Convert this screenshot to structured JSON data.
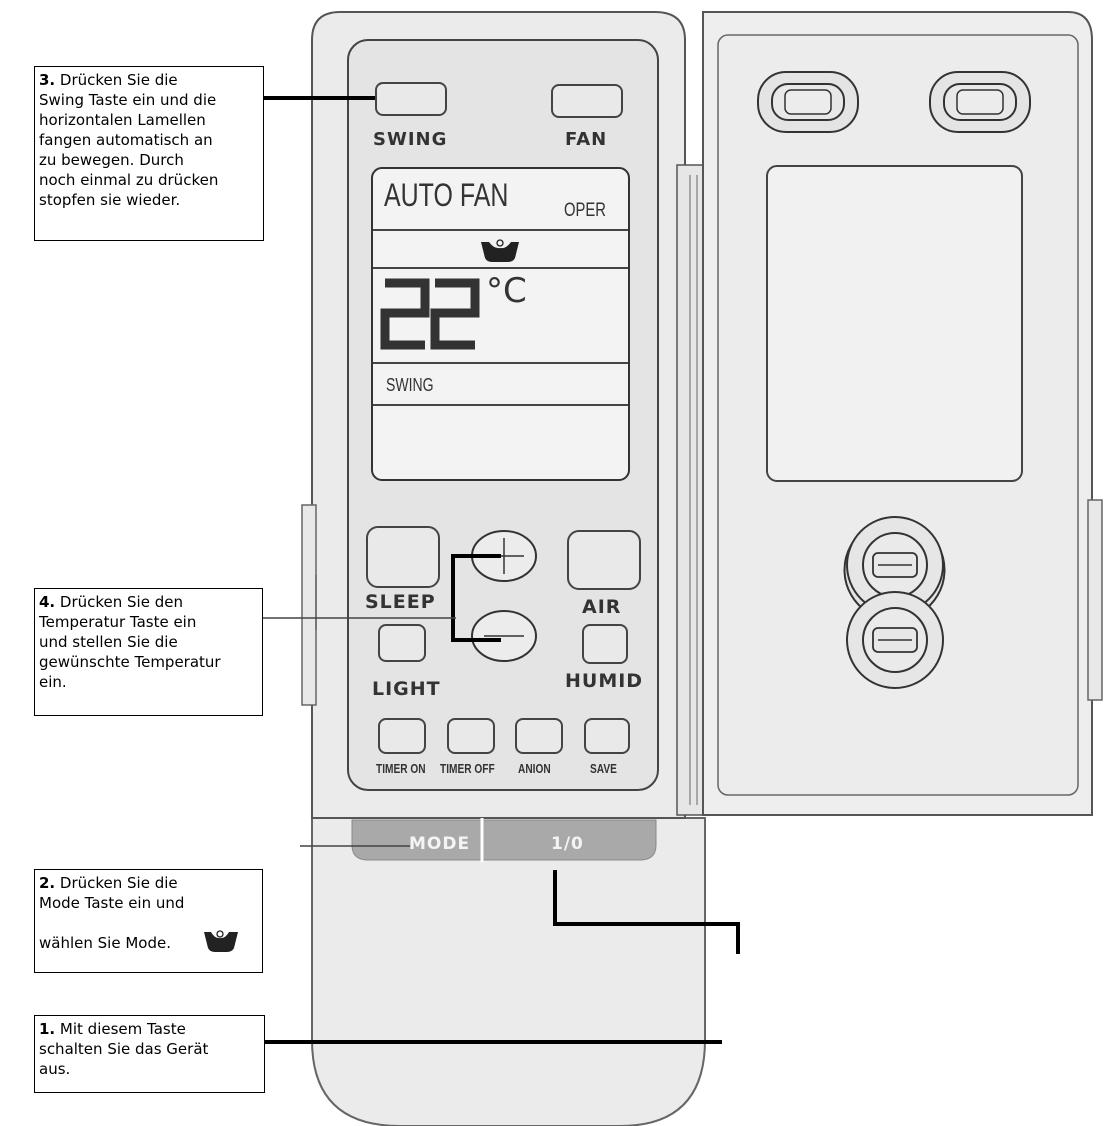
{
  "remote": {
    "buttons": {
      "swing": "SWING",
      "fan": "FAN",
      "sleep": "SLEEP",
      "air": "AIR",
      "light": "LIGHT",
      "humid": "HUMID",
      "timer_on": "TIMER ON",
      "timer_off": "TIMER OFF",
      "anion": "ANION",
      "save": "SAVE",
      "mode": "MODE",
      "power": "1/0"
    },
    "display": {
      "mode_text": "AUTO FAN",
      "oper": "OPER",
      "temperature": "22",
      "unit": "°C",
      "swing": "SWING"
    }
  },
  "callouts": [
    {
      "number": "3.",
      "text": " Drücken Sie die\nSwing Taste ein und die\nhorizontalen Lamellen\nfangen automatisch an\nzu bewegen. Durch\nnoch einmal zu drücken\nstopfen sie wieder."
    },
    {
      "number": "4.",
      "text": " Drücken Sie den\nTemperatur Taste ein\nund stellen Sie die\ngewünschte Temperatur\nein."
    },
    {
      "number": "2.",
      "text": "  Drücken Sie die\nMode Taste ein und\n\nwählen Sie Mode."
    },
    {
      "number": "1.",
      "text": " Mit diesem Taste\nschalten Sie das Gerät\naus."
    }
  ]
}
